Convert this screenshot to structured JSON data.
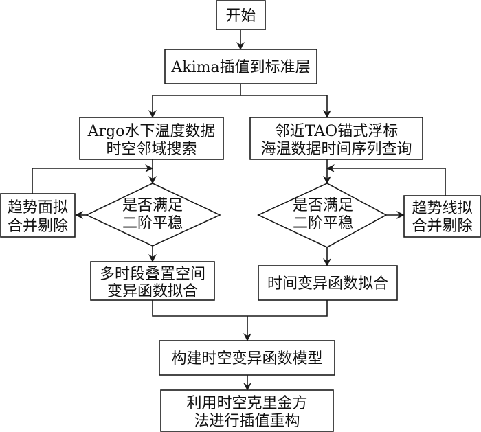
{
  "diagram": {
    "type": "flowchart",
    "nodes": {
      "start": {
        "lines": [
          "开始"
        ]
      },
      "akima": {
        "lines": [
          "Akima插值到标准层"
        ]
      },
      "argo_search": {
        "lines": [
          "Argo水下温度数据",
          "时空邻域搜索"
        ]
      },
      "tao_query": {
        "lines": [
          "邻近TAO锚式浮标",
          "海温数据时间序列查询"
        ]
      },
      "left_decision": {
        "lines": [
          "是否满足",
          "二阶平稳"
        ]
      },
      "right_decision": {
        "lines": [
          "是否满足",
          "二阶平稳"
        ]
      },
      "trend_surface": {
        "lines": [
          "趋势面拟",
          "合并剔除"
        ]
      },
      "trend_line": {
        "lines": [
          "趋势线拟",
          "合并剔除"
        ]
      },
      "spatial_variogram": {
        "lines": [
          "多时段叠置空间",
          "变异函数拟合"
        ]
      },
      "temporal_variogram": {
        "lines": [
          "时间变异函数拟合"
        ]
      },
      "st_model": {
        "lines": [
          "构建时空变异函数模型"
        ]
      },
      "kriging": {
        "lines": [
          "利用时空克里金方",
          "法进行插值重构"
        ]
      }
    },
    "edges": [
      [
        "start",
        "akima"
      ],
      [
        "akima",
        "argo_search"
      ],
      [
        "akima",
        "tao_query"
      ],
      [
        "argo_search",
        "left_decision"
      ],
      [
        "left_decision",
        "trend_surface"
      ],
      [
        "trend_surface",
        "left_decision"
      ],
      [
        "left_decision",
        "spatial_variogram"
      ],
      [
        "tao_query",
        "right_decision"
      ],
      [
        "right_decision",
        "trend_line"
      ],
      [
        "trend_line",
        "right_decision"
      ],
      [
        "right_decision",
        "temporal_variogram"
      ],
      [
        "spatial_variogram",
        "st_model"
      ],
      [
        "temporal_variogram",
        "st_model"
      ],
      [
        "st_model",
        "kriging"
      ]
    ]
  }
}
